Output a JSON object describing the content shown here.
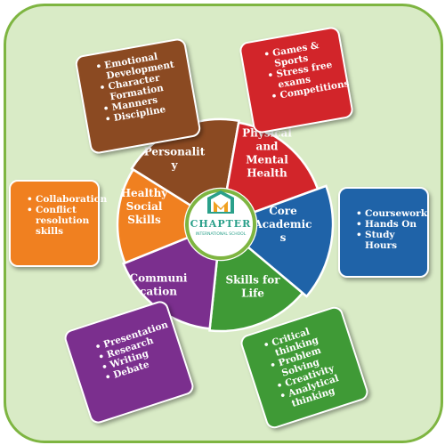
{
  "center": {
    "logo_name": "CHAPTER",
    "logo_tagline": "INTERNATIONAL SCHOOL",
    "colors": {
      "ring": "#7eb541",
      "logo": "#2aa08a"
    }
  },
  "segments": [
    {
      "id": "personality",
      "lines": [
        "Personalit",
        "y"
      ],
      "color": "#8b4a22"
    },
    {
      "id": "physical",
      "lines": [
        "Physical",
        "and",
        "Mental",
        "Health"
      ],
      "color": "#d2252a"
    },
    {
      "id": "core",
      "lines": [
        "Core",
        "Academic",
        "s"
      ],
      "color": "#1f63a8"
    },
    {
      "id": "skills-life",
      "lines": [
        "Skills for",
        "Life"
      ],
      "color": "#3f9a36"
    },
    {
      "id": "communication",
      "lines": [
        "Communi",
        "cation"
      ],
      "color": "#7b2f8e"
    },
    {
      "id": "social",
      "lines": [
        "Healthy",
        "Social",
        "Skills"
      ],
      "color": "#f08020"
    }
  ],
  "boxes": {
    "personality": {
      "color": "#8b4a22",
      "items": [
        "Emotional Development",
        "Character Formation",
        "Manners",
        "Discipline"
      ]
    },
    "physical": {
      "color": "#d2252a",
      "items": [
        "Games & Sports",
        "Stress free exams",
        "Competitions"
      ]
    },
    "core": {
      "color": "#1f63a8",
      "items": [
        "Coursework",
        "Hands On",
        "Study Hours"
      ]
    },
    "skills-life": {
      "color": "#3f9a36",
      "items": [
        "Critical thinking",
        "Problem Solving",
        "Creativity",
        "Analytical thinking"
      ]
    },
    "communication": {
      "color": "#7b2f8e",
      "items": [
        "Presentation",
        "Research",
        "Writing",
        "Debate"
      ]
    },
    "social": {
      "color": "#f08020",
      "items": [
        "Collaboration",
        "Conflict resolution skills"
      ]
    }
  },
  "frame": {
    "fill": "#d9ebc6",
    "border": "#7eb541"
  }
}
